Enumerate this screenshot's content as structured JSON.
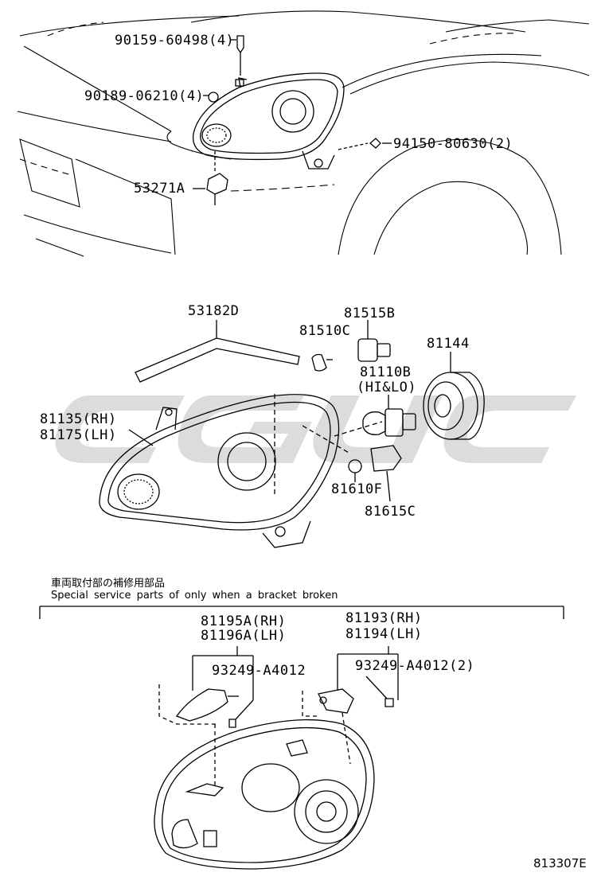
{
  "parts": {
    "bolt_90159": "90159-60498(4)",
    "clip_90189": "90189-06210(4)",
    "nut_94150": "94150-80630(2)",
    "bracket_53271A": "53271A",
    "seal_53182D": "53182D",
    "bulb_81515B": "81515B",
    "bulb_81510C": "81510C",
    "cover_81144": "81144",
    "bulb_81110B": "81110B",
    "bulb_81110B_note": "(HI&LO)",
    "lamp_rh": "81135(RH)",
    "lamp_lh": "81175(LH)",
    "bulb_81610F": "81610F",
    "socket_81615C": "81615C",
    "bracket_81195A": "81195A(RH)",
    "bracket_81196A": "81196A(LH)",
    "screw_left": "93249-A4012",
    "bracket_81193": "81193(RH)",
    "bracket_81194": "81194(LH)",
    "screw_right": "93249-A4012(2)"
  },
  "notes": {
    "japanese": "車両取付部の補修用部品",
    "english": "Special service parts of only when a bracket broken"
  },
  "diagram_code": "813307E",
  "colors": {
    "line": "#000000",
    "watermark": "#d9d9d9"
  }
}
